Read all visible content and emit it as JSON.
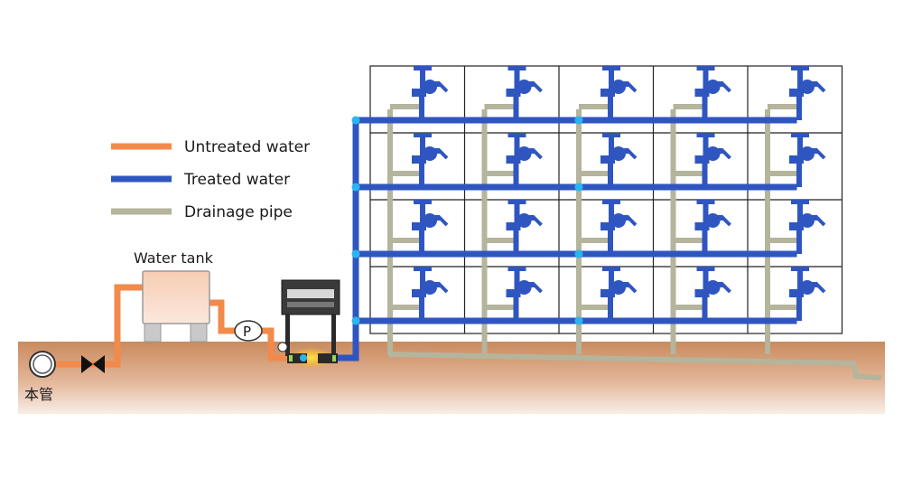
{
  "legend": {
    "untreated": {
      "label": "Untreated water",
      "color": "#f28a4b"
    },
    "treated": {
      "label": "Treated water",
      "color": "#2f56c0"
    },
    "drainage": {
      "label": "Drainage pipe",
      "color": "#b5b49c"
    }
  },
  "labels": {
    "water_tank": "Water tank",
    "pump": "P",
    "main_pipe": "本管"
  },
  "colors": {
    "ground_top": "#c98a5e",
    "ground_bottom": "#f7ece4",
    "faucet": "#2f56c0",
    "joint": "#29b6f0",
    "building_line": "#222222"
  },
  "building": {
    "floors": 4,
    "units_per_floor": 5
  }
}
